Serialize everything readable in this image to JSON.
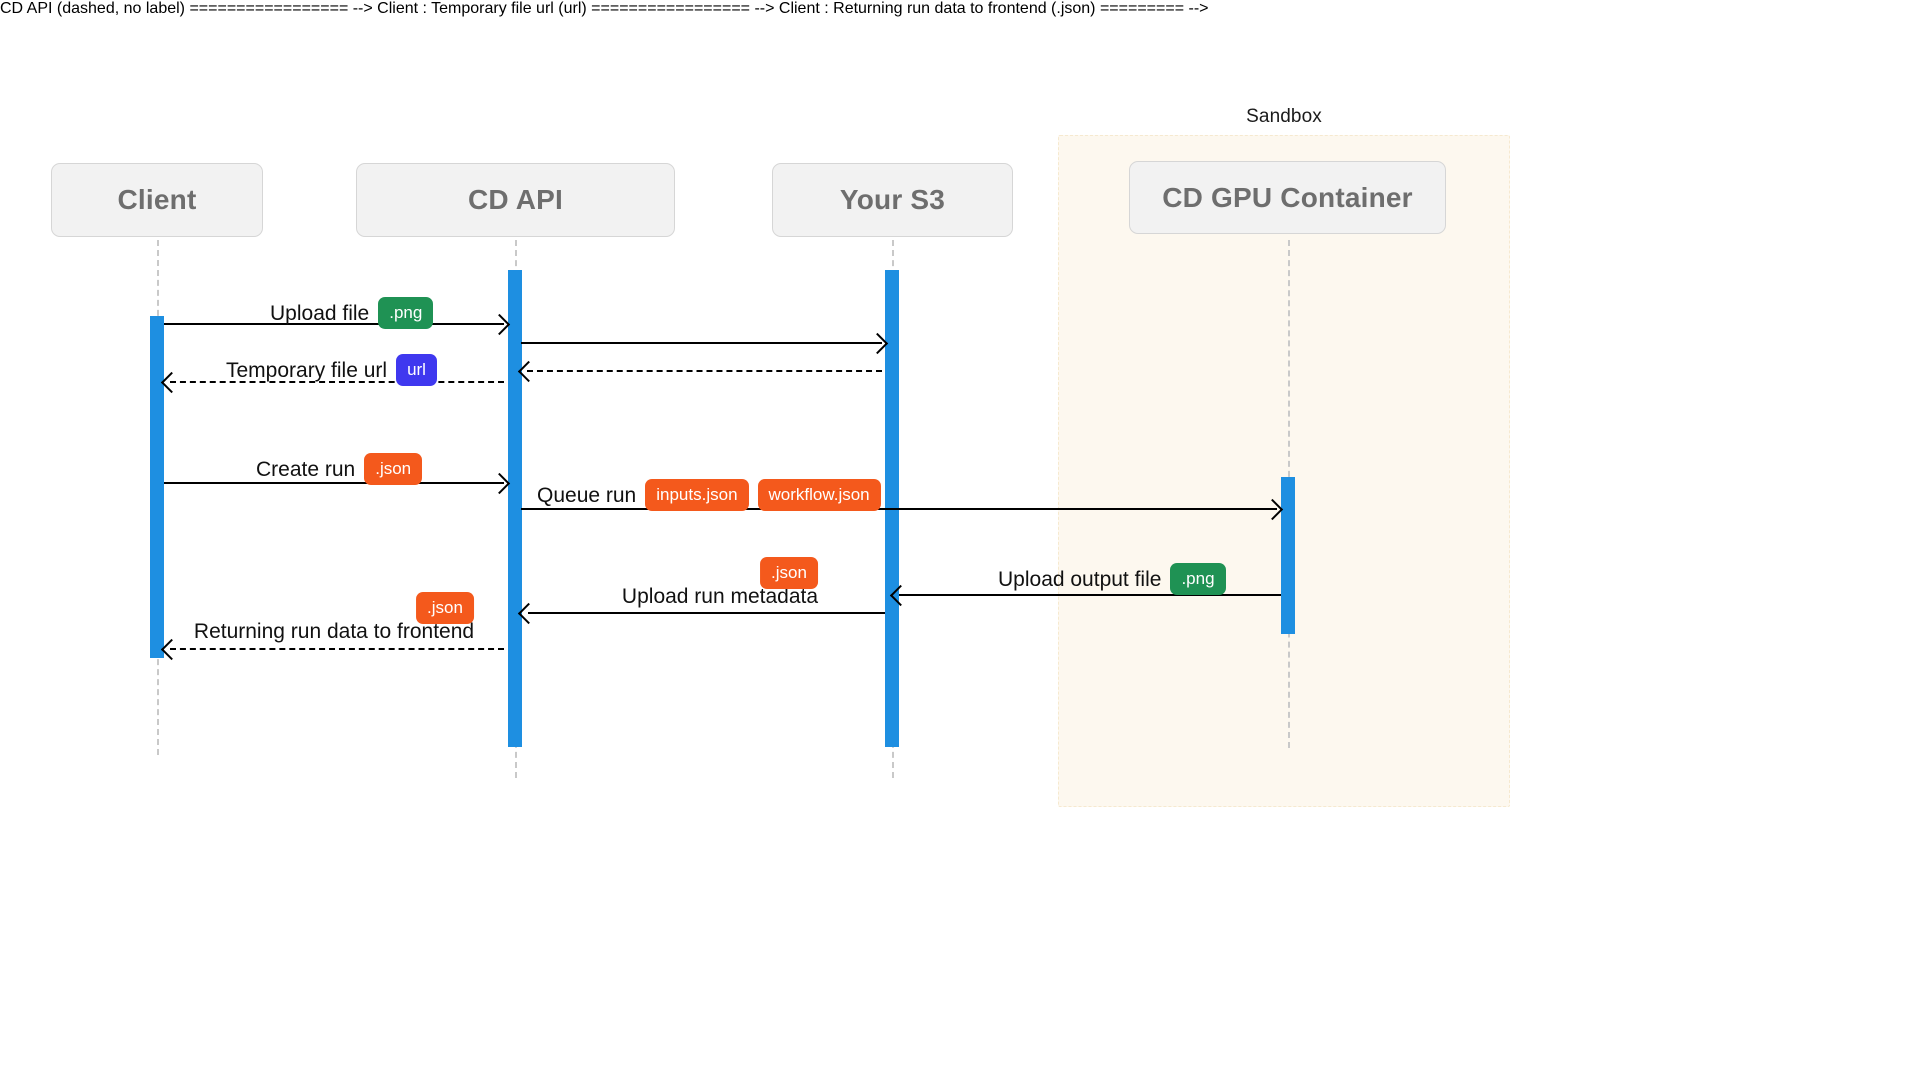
{
  "diagram": {
    "type": "sequence-diagram",
    "title": "",
    "background": "#ffffff"
  },
  "colors": {
    "activation": "#1e8fe1",
    "lifeline": "#c9c9c9",
    "participant_fill": "#f2f2f2",
    "participant_border": "#d6d6d6",
    "participant_text": "#6e6e6e",
    "sandbox_fill": "#fdf8ef",
    "sandbox_border": "#f6e9cf",
    "badge_green": "#1f9254",
    "badge_orange": "#f4591c",
    "badge_purple": "#3f38ef",
    "arrow": "#000000"
  },
  "group": {
    "label": "Sandbox"
  },
  "participants": [
    {
      "id": "client",
      "label": "Client"
    },
    {
      "id": "cd_api",
      "label": "CD API"
    },
    {
      "id": "your_s3",
      "label": "Your S3"
    },
    {
      "id": "gpu",
      "label": "CD GPU Container"
    }
  ],
  "messages": [
    {
      "id": "m1",
      "label": "Upload file",
      "from": "client",
      "to": "cd_api",
      "direction": "right",
      "style": "solid",
      "badges": [
        {
          "text": ".png",
          "color": "green"
        }
      ]
    },
    {
      "id": "m2",
      "label": "",
      "from": "cd_api",
      "to": "your_s3",
      "direction": "right",
      "style": "solid",
      "badges": []
    },
    {
      "id": "m3",
      "label": "",
      "from": "your_s3",
      "to": "cd_api",
      "direction": "left",
      "style": "dashed",
      "badges": []
    },
    {
      "id": "m4",
      "label": "Temporary file url",
      "from": "cd_api",
      "to": "client",
      "direction": "left",
      "style": "dashed",
      "badges": [
        {
          "text": "url",
          "color": "purple"
        }
      ]
    },
    {
      "id": "m5",
      "label": "Create run",
      "from": "client",
      "to": "cd_api",
      "direction": "right",
      "style": "solid",
      "badges": [
        {
          "text": ".json",
          "color": "orange"
        }
      ]
    },
    {
      "id": "m6",
      "label": "Queue run",
      "from": "cd_api",
      "to": "gpu",
      "direction": "right",
      "style": "solid",
      "badges": [
        {
          "text": "inputs.json",
          "color": "orange"
        },
        {
          "text": "workflow.json",
          "color": "orange"
        }
      ]
    },
    {
      "id": "m7",
      "label": "Upload output file",
      "from": "gpu",
      "to": "your_s3",
      "direction": "left",
      "style": "solid",
      "badges": [
        {
          "text": ".png",
          "color": "green"
        }
      ]
    },
    {
      "id": "m8",
      "label": "Upload run metadata",
      "from": "your_s3",
      "to": "cd_api",
      "direction": "left",
      "style": "solid",
      "badges": [
        {
          "text": ".json",
          "color": "orange"
        }
      ]
    },
    {
      "id": "m9",
      "label": "Returning run data to frontend",
      "from": "cd_api",
      "to": "client",
      "direction": "left",
      "style": "dashed",
      "badges": [
        {
          "text": ".json",
          "color": "orange"
        }
      ]
    }
  ]
}
